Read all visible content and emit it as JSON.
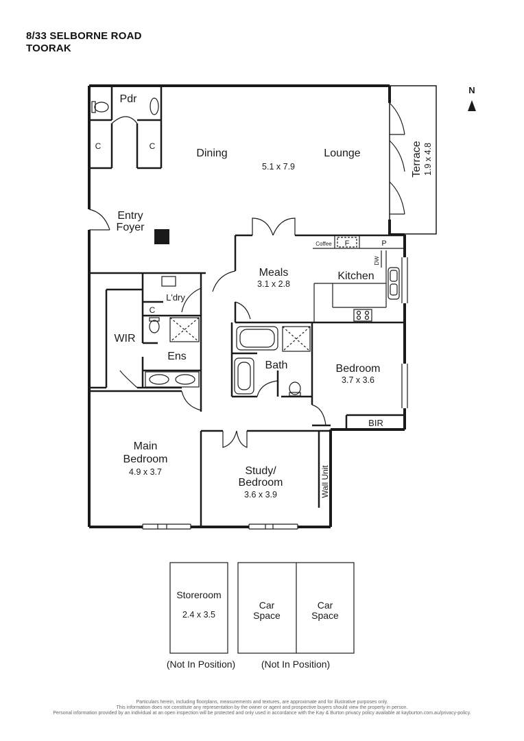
{
  "address": {
    "line1": "8/33 SELBORNE ROAD",
    "line2": "TOORAK"
  },
  "compass": {
    "label": "N"
  },
  "rooms": {
    "pdr": {
      "name": "Pdr"
    },
    "cupboard": {
      "name": "C"
    },
    "dining": {
      "name": "Dining"
    },
    "lounge": {
      "name": "Lounge"
    },
    "living_dim": {
      "dim": "5.1 x 7.9"
    },
    "terrace": {
      "name": "Terrace",
      "dim": "1.9 x 4.8"
    },
    "entry": {
      "line1": "Entry",
      "line2": "Foyer"
    },
    "meals": {
      "name": "Meals",
      "dim": "3.1 x 2.8"
    },
    "kitchen": {
      "name": "Kitchen",
      "coffee": "Coffee",
      "fridge": "F",
      "pantry": "P",
      "dishwasher": "DW"
    },
    "laundry": {
      "name": "L'dry"
    },
    "wir": {
      "name": "WIR"
    },
    "ensuite": {
      "name": "Ens"
    },
    "bath": {
      "name": "Bath"
    },
    "bedroom": {
      "name": "Bedroom",
      "dim": "3.7 x 3.6"
    },
    "bir": {
      "name": "BIR"
    },
    "main_bedroom": {
      "line1": "Main",
      "line2": "Bedroom",
      "dim": "4.9 x 3.7"
    },
    "study": {
      "line1": "Study/",
      "line2": "Bedroom",
      "dim": "3.6 x 3.9"
    },
    "wall_unit": {
      "name": "Wall Unit"
    }
  },
  "outbuildings": {
    "storeroom": {
      "name": "Storeroom",
      "dim": "2.4 x 3.5",
      "note": "(Not In Position)"
    },
    "car_space_1": {
      "line1": "Car",
      "line2": "Space"
    },
    "car_space_2": {
      "line1": "Car",
      "line2": "Space"
    },
    "car_note": "(Not In Position)"
  },
  "disclaimer": {
    "line1": "Particulars herein, including floorplans, measurements and textures, are approximate and for illustrative purposes only.",
    "line2": "This information does not constitute any representation by the owner or agent and prospective buyers should view the property in person.",
    "line3": "Personal information provided by an individual at an open inspection will be protected and only used in accordance with the Kay & Burton privacy policy available at kayburton.com.au/privacy-policy."
  }
}
